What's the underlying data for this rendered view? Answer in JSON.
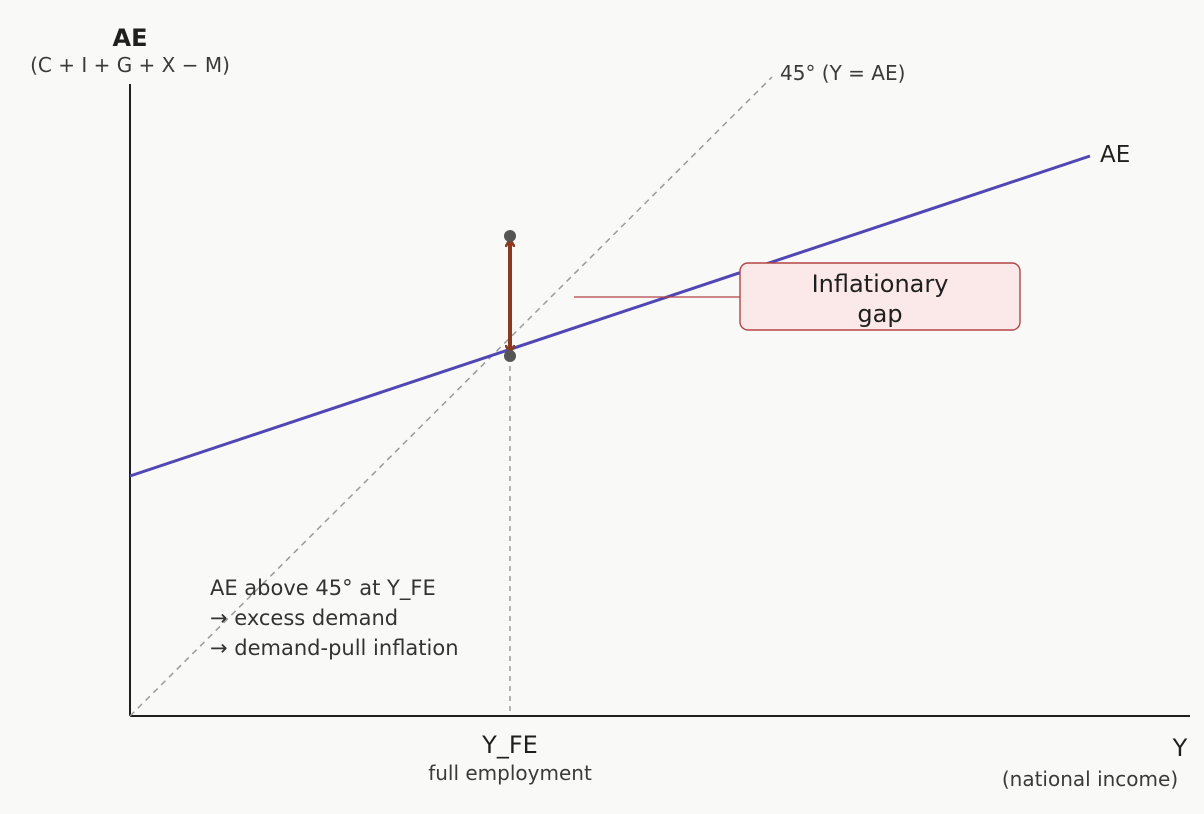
{
  "y_axis": {
    "title": "AE",
    "subtitle": "(C + I + G + X − M)"
  },
  "x_axis": {
    "title": "Y",
    "subtitle": "(national income)"
  },
  "curves": {
    "guide_label": "45° (Y = AE)",
    "ae_label": "AE"
  },
  "full_employment": {
    "label": "Y_FE",
    "sublabel": "full employment"
  },
  "gap_box": {
    "line1": "Inflationary",
    "line2": "gap"
  },
  "annotation": {
    "line1": "AE above 45° at Y_FE",
    "line2": "→ excess demand",
    "line3": "→ demand-pull inflation"
  },
  "colors": {
    "ae_line": "#5046b4",
    "gap_arrow": "#8b3a22",
    "box_fill": "#fbe9e9",
    "box_stroke": "#b14545",
    "axis": "#1f1f1f",
    "guide": "#9a9a9a",
    "point": "#555555"
  }
}
